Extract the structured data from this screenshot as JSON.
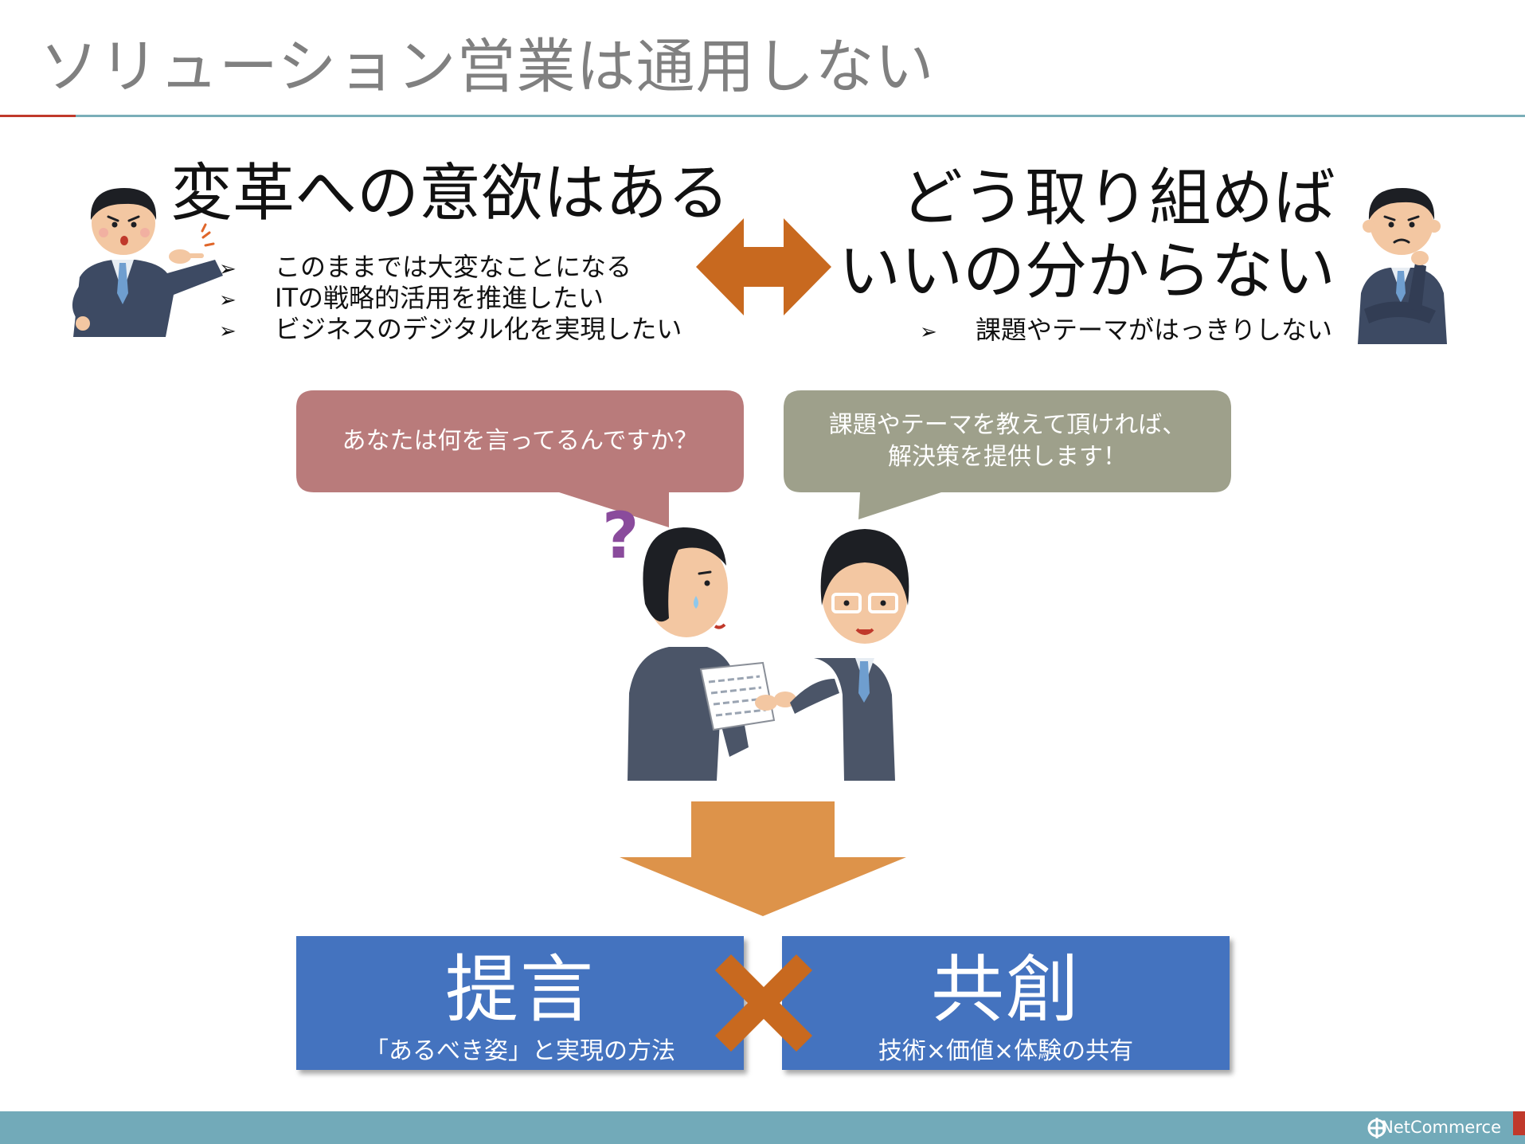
{
  "slide": {
    "title": "ソリューション営業は通用しない"
  },
  "left": {
    "heading": "変革への意欲はある",
    "bullet_marker": "➢",
    "bullets": [
      "このままでは大変なことになる",
      "ITの戦略的活用を推進したい",
      "ビジネスのデジタル化を実現したい"
    ]
  },
  "right": {
    "heading_line1": "どう取り組めば",
    "heading_line2": "いいの分からない",
    "bullet_marker": "➢",
    "bullets": [
      "課題やテーマがはっきりしない"
    ]
  },
  "bubbles": {
    "left_text": "あなたは何を言ってるんですか？",
    "right_line1": "課題やテーマを教えて頂ければ、",
    "right_line2": "解決策を提供します！"
  },
  "boxes": {
    "left_title": "提言",
    "left_sub": "「あるべき姿」と実現の方法",
    "right_title": "共創",
    "right_sub": "技術×価値×体験の共有"
  },
  "footer": {
    "logo_text": "NetCommerce"
  },
  "colors": {
    "bubble_left": "#b97b7b",
    "bubble_right": "#9ea08b",
    "double_arrow": "#c8691f",
    "down_arrow": "#dd934a",
    "box_fill": "#4473bf",
    "cross": "#c8691f",
    "footer_bar": "#72aab9"
  }
}
